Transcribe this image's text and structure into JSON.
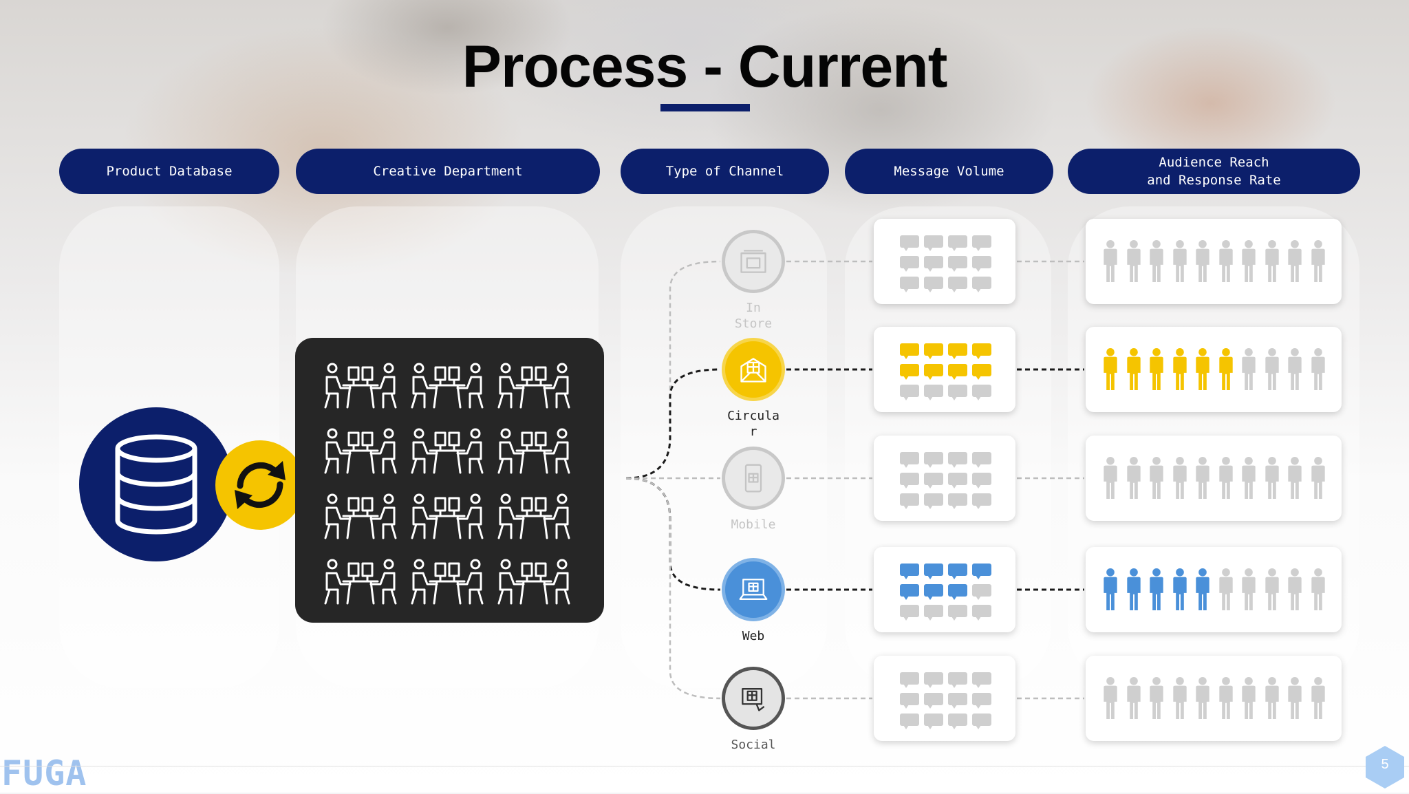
{
  "title": "Process - Current",
  "columns": [
    {
      "label": "Product Database"
    },
    {
      "label": "Creative Department"
    },
    {
      "label": "Type of Channel"
    },
    {
      "label": "Message Volume"
    },
    {
      "label": "Audience Reach\nand Response Rate"
    }
  ],
  "colors": {
    "navy": "#0c1f6b",
    "yellow": "#f5c400",
    "blue": "#4a90d9",
    "inactive": "#cfcfcf",
    "panel": "#262626"
  },
  "icons": {
    "database": "database-icon",
    "sync": "sync-arrows-icon",
    "team": "team-meeting-icon",
    "message": "message-bubble-icon",
    "person": "person-icon"
  },
  "channels": [
    {
      "label": "In\nStore",
      "icon": "store-gift-icon",
      "state": "inactive",
      "messages_filled": 0,
      "people_filled": 0
    },
    {
      "label": "Circula\nr",
      "icon": "envelope-gift-icon",
      "state": "yellow",
      "messages_filled": 8,
      "people_filled": 6
    },
    {
      "label": "Mobile",
      "icon": "mobile-gift-icon",
      "state": "inactive",
      "messages_filled": 0,
      "people_filled": 0
    },
    {
      "label": "Web",
      "icon": "laptop-gift-icon",
      "state": "blue",
      "messages_filled": 7,
      "people_filled": 5
    },
    {
      "label": "Social",
      "icon": "social-gift-icon",
      "state": "dark",
      "messages_filled": 0,
      "people_filled": 0
    }
  ],
  "message_grid": {
    "rows": 3,
    "cols": 4
  },
  "people_per_row": 10,
  "team_grid": {
    "rows": 4,
    "cols": 3
  },
  "logo_text": "FUGA",
  "page_number": "5"
}
